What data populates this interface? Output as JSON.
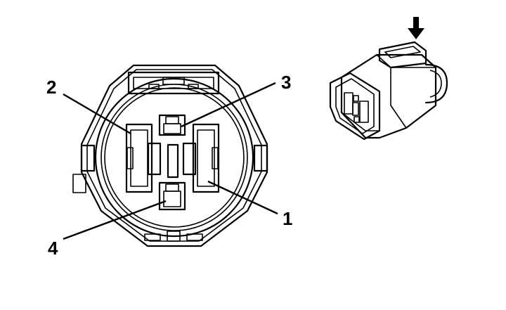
{
  "pins": [
    {
      "id": "pin-1",
      "label": "1"
    },
    {
      "id": "pin-2",
      "label": "2"
    },
    {
      "id": "pin-3",
      "label": "3"
    },
    {
      "id": "pin-4",
      "label": "4"
    }
  ],
  "icons": {
    "face_view": "connector-face-icon",
    "perspective_view": "connector-perspective-icon",
    "arrow": "down-arrow-icon"
  }
}
